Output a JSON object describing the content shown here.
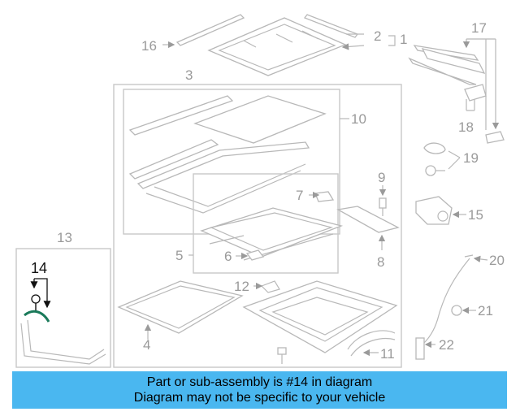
{
  "callouts": {
    "c1": "1",
    "c2": "2",
    "c3": "3",
    "c4": "4",
    "c5": "5",
    "c6": "6",
    "c7": "7",
    "c8": "8",
    "c9": "9",
    "c10": "10",
    "c11": "11",
    "c12": "12",
    "c13": "13",
    "c14": "14",
    "c15": "15",
    "c16": "16",
    "c17": "17",
    "c18": "18",
    "c19": "19",
    "c20": "20",
    "c21": "21",
    "c22": "22"
  },
  "highlight_color": "#1a7a5a",
  "banner": {
    "line1": "Part or sub-assembly is #14 in diagram",
    "line2": "Diagram may not be specific to your vehicle",
    "background": "#4ab7f0"
  }
}
